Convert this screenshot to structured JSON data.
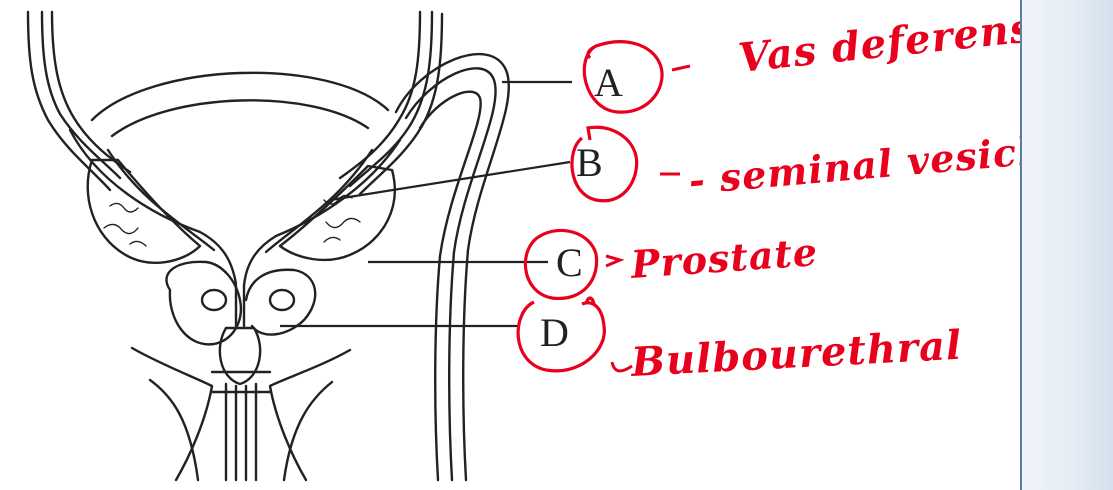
{
  "labels": [
    {
      "letter": "A",
      "note": "Vas deferens"
    },
    {
      "letter": "B",
      "note": "- seminal vesicle"
    },
    {
      "letter": "C",
      "note": "Prostate"
    },
    {
      "letter": "D",
      "note": "Bulbourethral"
    }
  ],
  "colors": {
    "ink": "#222222",
    "annotation": "#e8001c",
    "side_panel": "#e3ebf4",
    "side_panel_border": "#5a7fa8"
  }
}
